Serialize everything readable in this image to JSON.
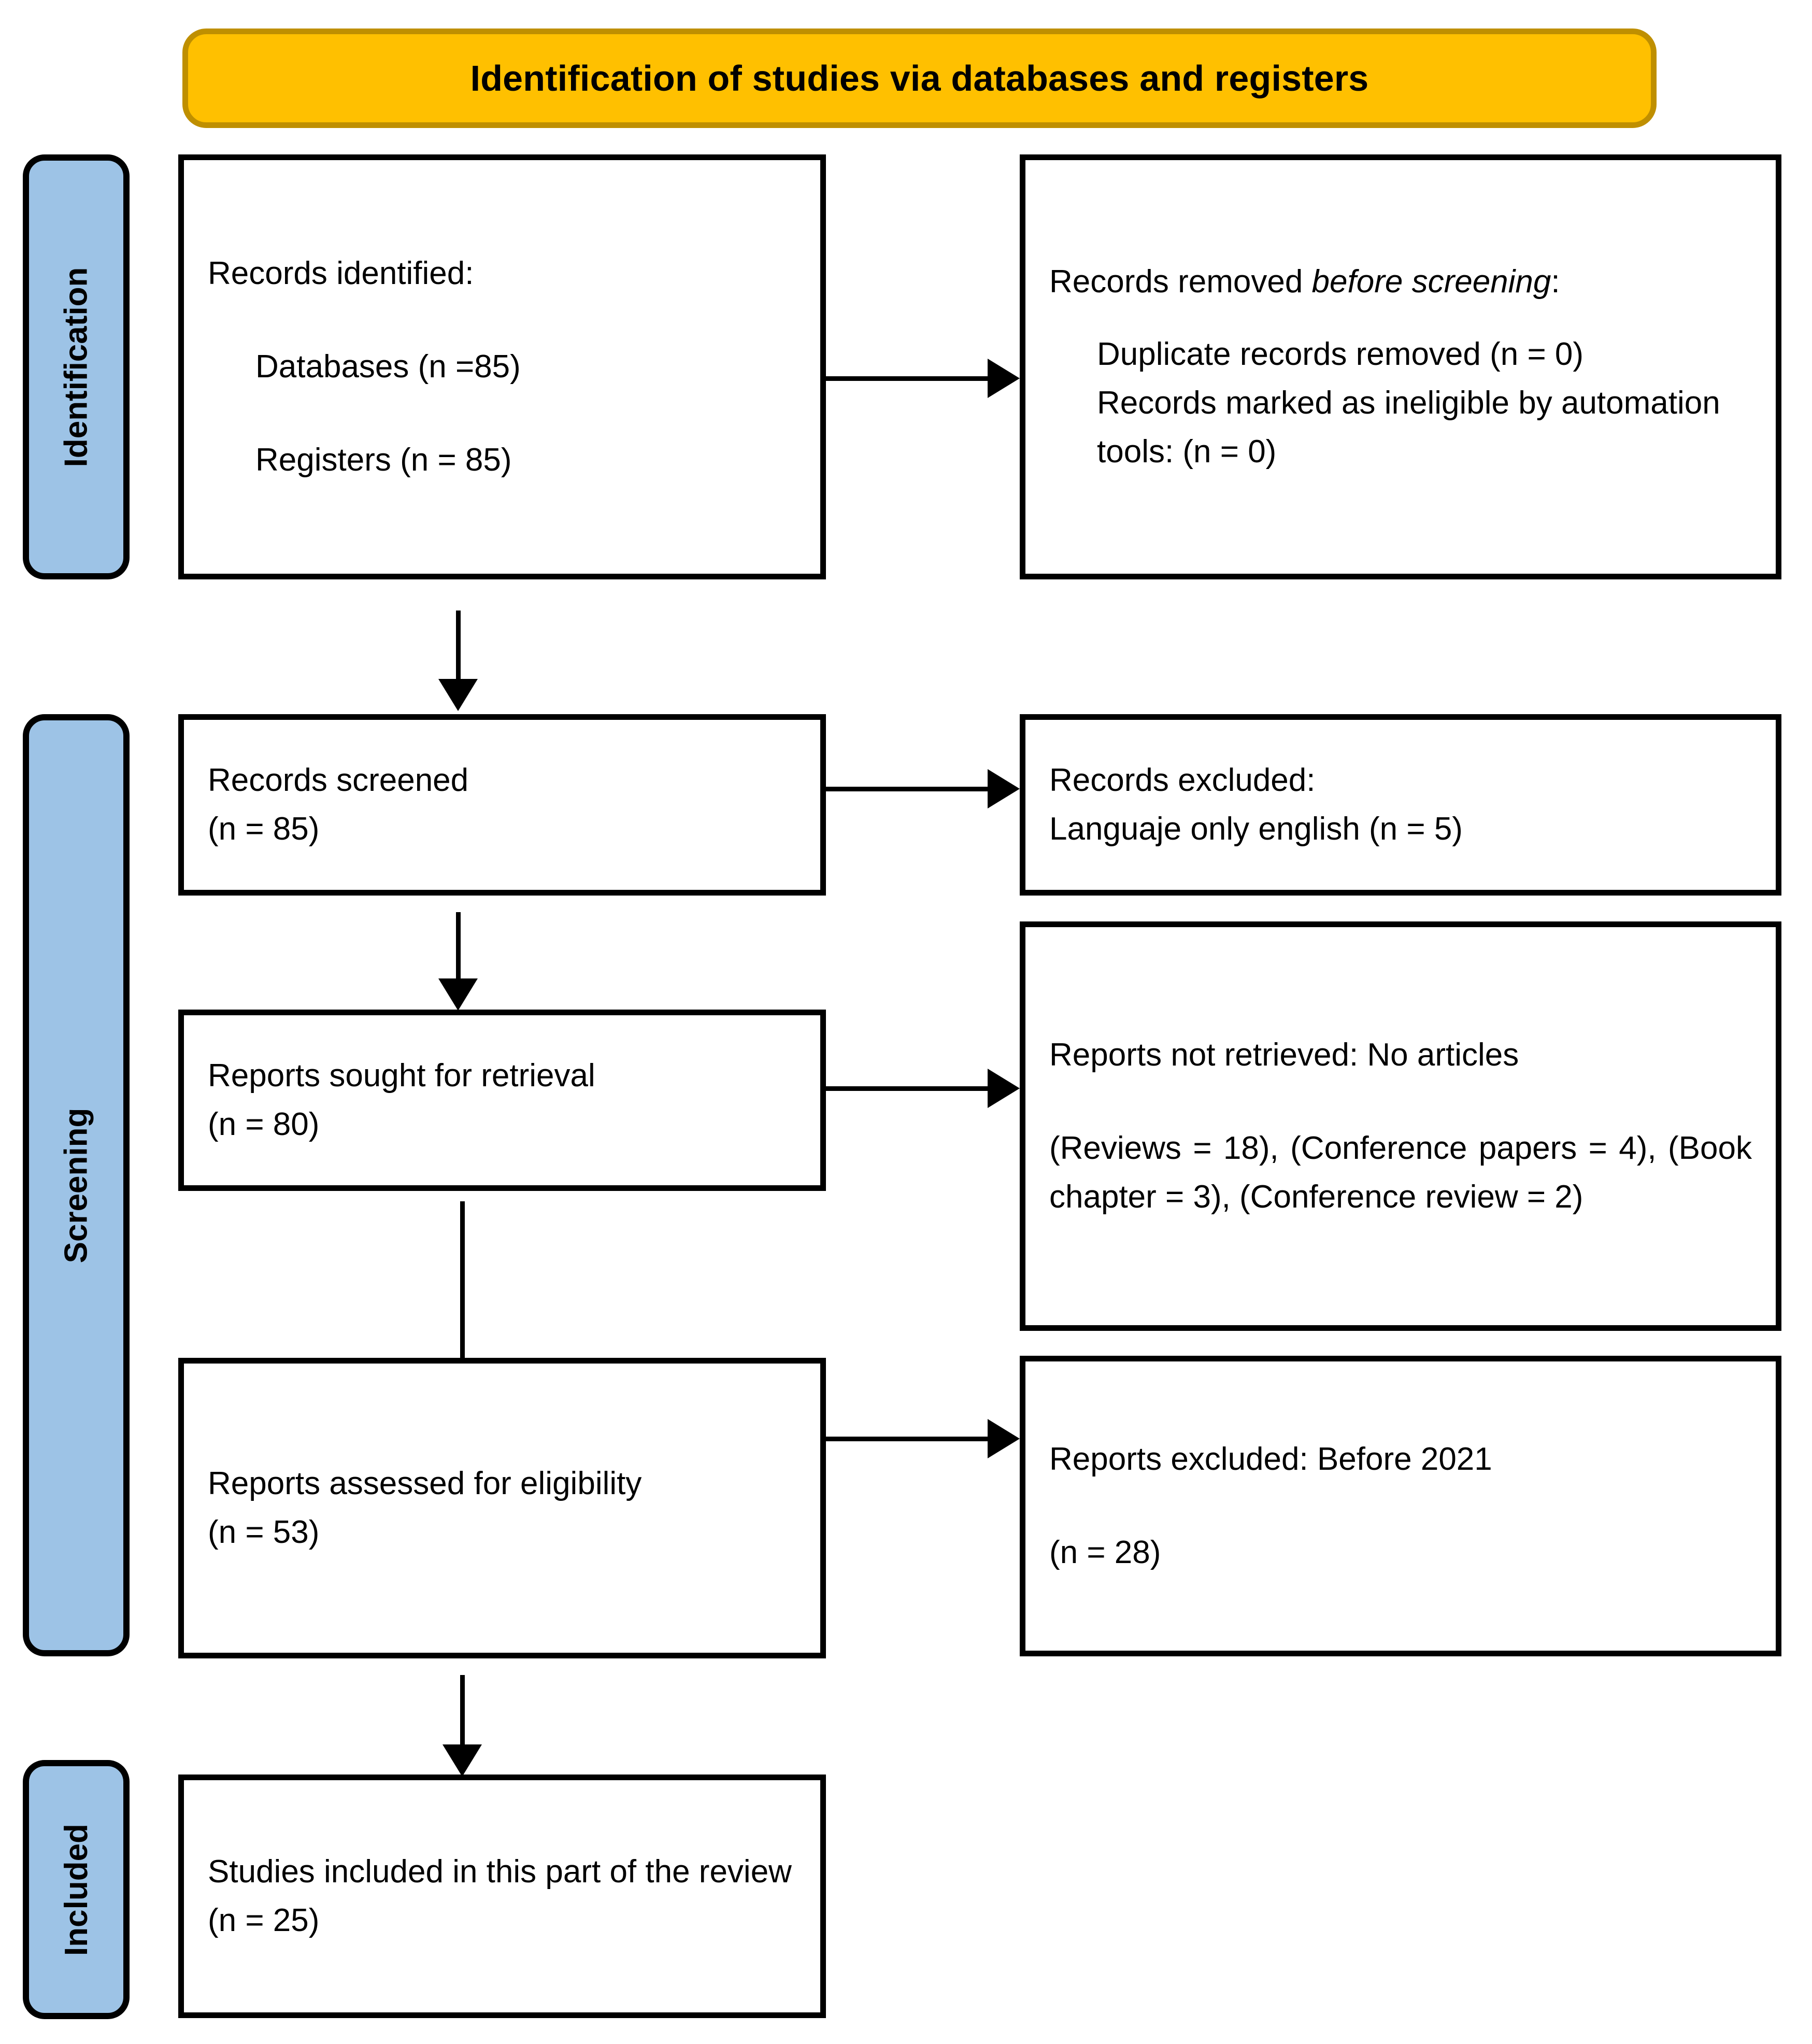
{
  "title": {
    "text": "Identification of studies via databases and registers",
    "bg_color": "#FFC000",
    "border_color": "#BF8F00"
  },
  "stages": [
    {
      "label": "Identification"
    },
    {
      "label": "Screening"
    },
    {
      "label": "Included"
    }
  ],
  "stage_color": "#9DC3E6",
  "boxes": {
    "records_identified": {
      "heading": "Records identified:",
      "line_databases": "Databases (n =85)",
      "line_registers": "Registers (n = 85)"
    },
    "records_removed": {
      "heading_prefix": "Records removed ",
      "heading_italic": "before screening",
      "heading_suffix": ":",
      "line_duplicates": "Duplicate records removed (n = 0)",
      "line_automation": "Records marked as ineligible by automation tools: (n = 0)"
    },
    "records_screened": {
      "heading": "Records screened",
      "count": "(n = 85)"
    },
    "records_excluded": {
      "heading": "Records excluded:",
      "reason": "Languaje only english (n = 5)"
    },
    "reports_sought": {
      "heading": "Reports sought for retrieval",
      "count": "(n = 80)"
    },
    "reports_not_retrieved": {
      "heading": "Reports not retrieved: No articles",
      "detail": "(Reviews = 18), (Conference papers = 4), (Book chapter = 3), (Conference review = 2)"
    },
    "reports_assessed": {
      "heading": "Reports assessed for eligibility",
      "count": "(n = 53)"
    },
    "reports_excluded": {
      "heading": "Reports excluded: Before 2021",
      "count": "(n = 28)"
    },
    "studies_included": {
      "heading": "Studies included in this part of the review",
      "count": "(n = 25)"
    }
  }
}
